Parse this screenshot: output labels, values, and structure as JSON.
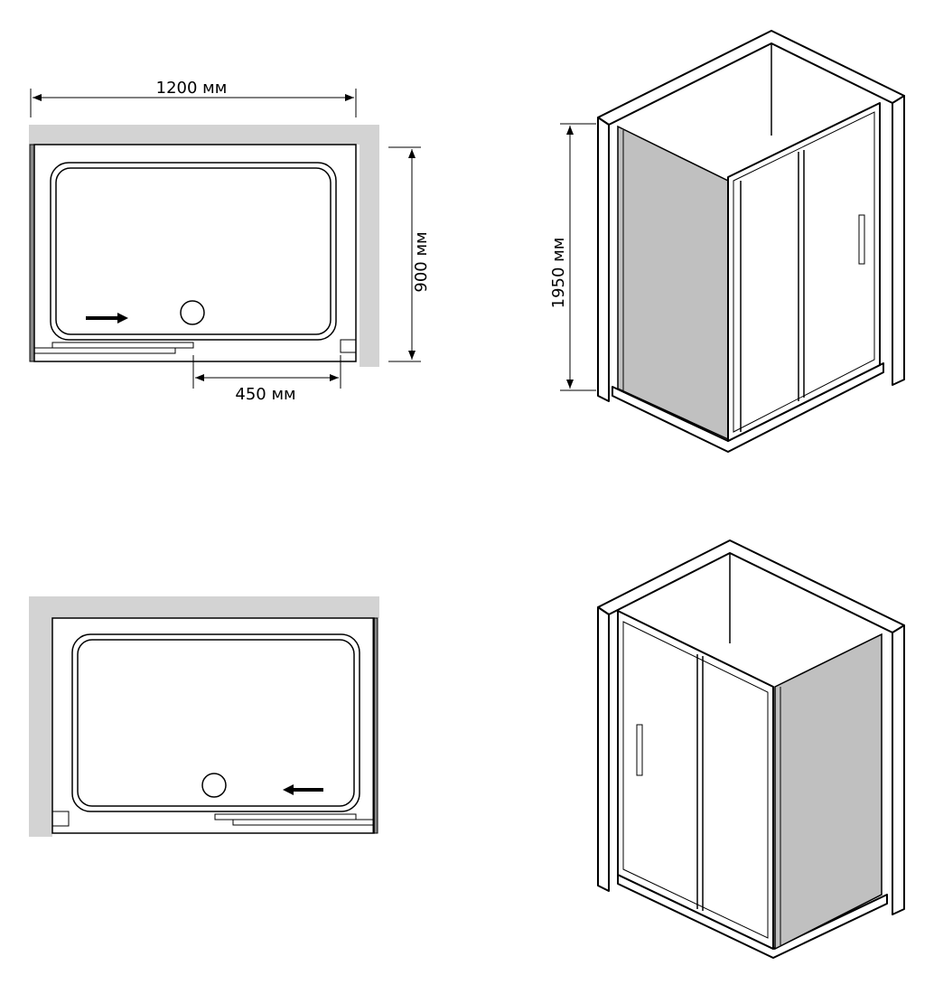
{
  "dimensions": {
    "width": "1200 мм",
    "depth": "900 мм",
    "door": "450 мм",
    "height": "1950 мм"
  },
  "arrows": {
    "top_plan": "right",
    "bottom_plan": "left"
  },
  "colors": {
    "wall": "#d3d3d3",
    "glass": "#c0c0c0",
    "line": "#000000"
  }
}
